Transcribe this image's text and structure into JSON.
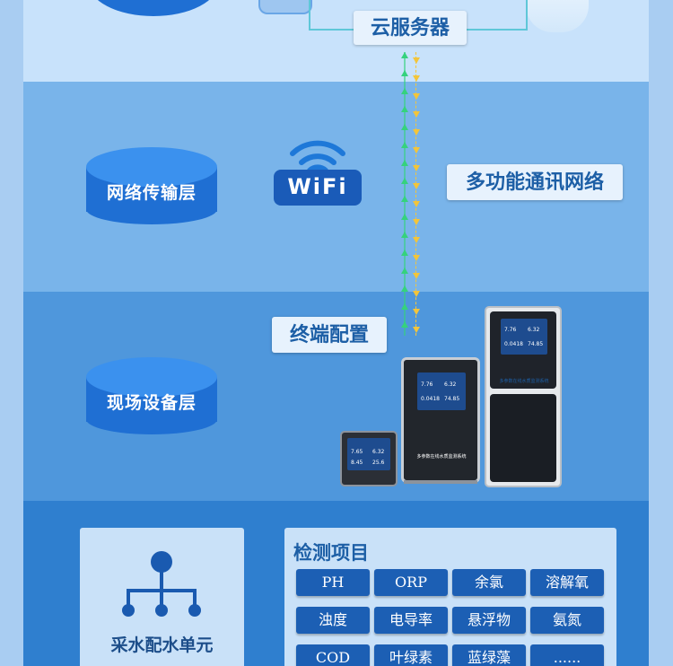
{
  "layers": {
    "network_layer": "网络传输层",
    "field_layer": "现场设备层"
  },
  "tags": {
    "cloud_server": "云服务器",
    "network": "多功能通讯网络",
    "terminal": "终端配置"
  },
  "wifi": {
    "text": "WiFi"
  },
  "water_unit": {
    "label": "采水配水单元"
  },
  "detection": {
    "title": "检测项目",
    "items": [
      "PH",
      "ORP",
      "余氯",
      "溶解氧",
      "浊度",
      "电导率",
      "悬浮物",
      "氨氮",
      "COD",
      "叶绿素",
      "蓝绿藻",
      "......"
    ]
  },
  "devices": {
    "small": {
      "values": [
        "7.65",
        "6.32",
        "8.45",
        "25.6"
      ]
    },
    "medium": {
      "values": [
        "7.76",
        "6.32",
        "0.0418",
        "74.85"
      ],
      "caption": "多参数在线水质监测系统"
    },
    "tall": {
      "values": [
        "7.76",
        "6.32",
        "0.0418",
        "74.85"
      ],
      "caption": "多参数在线水质监测系统"
    }
  },
  "colors": {
    "arrow_up": "#35d27d",
    "arrow_down": "#f3c53a",
    "chip_bg": "#1c5fb4",
    "cylinder": "#1f6fd3"
  }
}
